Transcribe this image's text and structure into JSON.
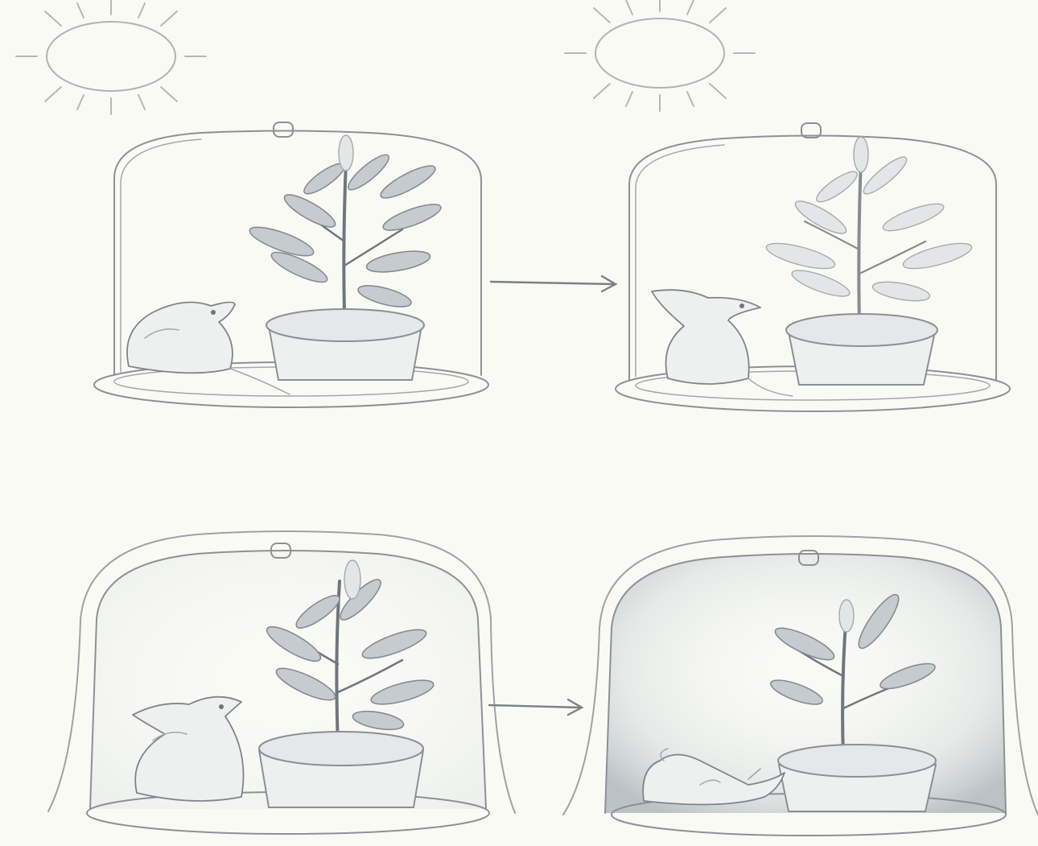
{
  "figure": {
    "panels": [
      {
        "id": "top-left",
        "condition": "sealed-jar-with-sunlight",
        "plant": "healthy",
        "mouse": "alive"
      },
      {
        "id": "top-right",
        "condition": "sealed-jar-with-sunlight",
        "plant": "healthy",
        "mouse": "alive"
      },
      {
        "id": "bottom-left",
        "condition": "sealed-jar-no-sunlight",
        "plant": "healthy",
        "mouse": "alive"
      },
      {
        "id": "bottom-right",
        "condition": "sealed-jar-no-sunlight",
        "plant": "wilting",
        "mouse": "dead"
      }
    ],
    "icons": [
      "sun-icon",
      "bell-jar-icon",
      "potted-plant-icon",
      "mouse-icon",
      "right-arrow-icon"
    ],
    "colors": {
      "background": "#f9faf4",
      "line": "#8d9196",
      "shade": "#c6cbcf"
    }
  }
}
